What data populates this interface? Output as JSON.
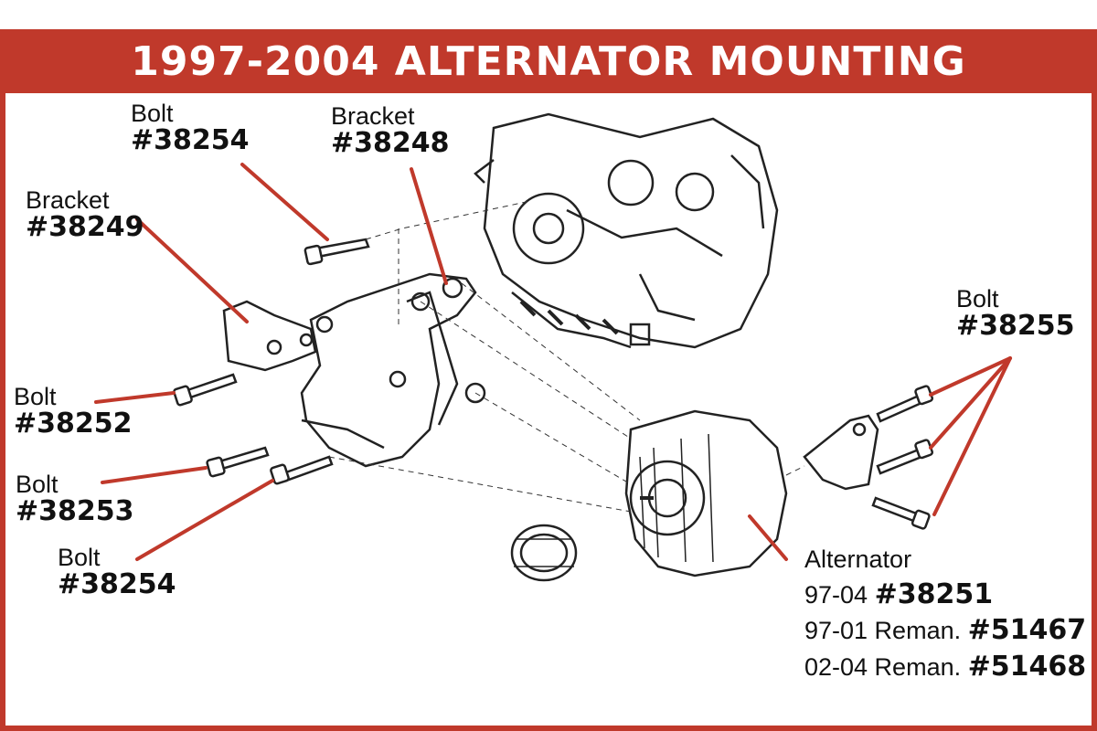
{
  "title": "1997-2004 ALTERNATOR MOUNTING",
  "colors": {
    "accent": "#c0392b",
    "line_art": "#222222"
  },
  "callouts": [
    {
      "label": "Bolt",
      "part": "#38254"
    },
    {
      "label": "Bracket",
      "part": "#38248"
    },
    {
      "label": "Bracket",
      "part": "#38249"
    },
    {
      "label": "Bolt",
      "part": "#38255"
    },
    {
      "label": "Bolt",
      "part": "#38252"
    },
    {
      "label": "Bolt",
      "part": "#38253"
    },
    {
      "label": "Bolt",
      "part": "#38254"
    }
  ],
  "alternator": {
    "label": "Alternator",
    "lines": [
      {
        "prefix": "97-04",
        "part": "#38251"
      },
      {
        "prefix": "97-01 Reman.",
        "part": "#51467"
      },
      {
        "prefix": "02-04 Reman.",
        "part": "#51468"
      }
    ]
  }
}
